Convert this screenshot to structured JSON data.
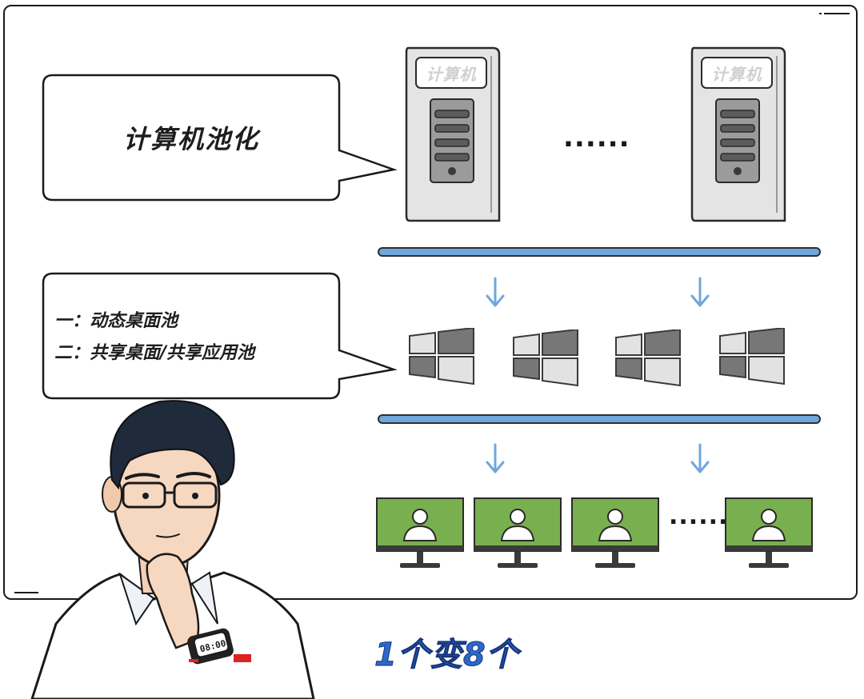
{
  "callout_top": {
    "title": "计算机池化"
  },
  "servers": [
    {
      "label": "计算机"
    },
    {
      "label": "计算机"
    }
  ],
  "server_ellipsis": "......",
  "callout_bottom": {
    "lines": [
      "一：动态桌面池",
      "二：共享桌面/共享应用池"
    ]
  },
  "monitor_ellipsis": "......",
  "caption": "1个变8个",
  "watch_time": "08:00",
  "colors": {
    "bar": "#6fa7db",
    "arrow": "#6fa7db",
    "screen": "#79b04f",
    "caption": "#2c68c9",
    "server_body": "#e4e4e4",
    "tile_dark": "#777777",
    "tile_light": "#e2e2e2"
  },
  "icons": [
    "server-icon",
    "windows-logo-icon",
    "monitor-user-icon",
    "down-arrow-icon"
  ]
}
